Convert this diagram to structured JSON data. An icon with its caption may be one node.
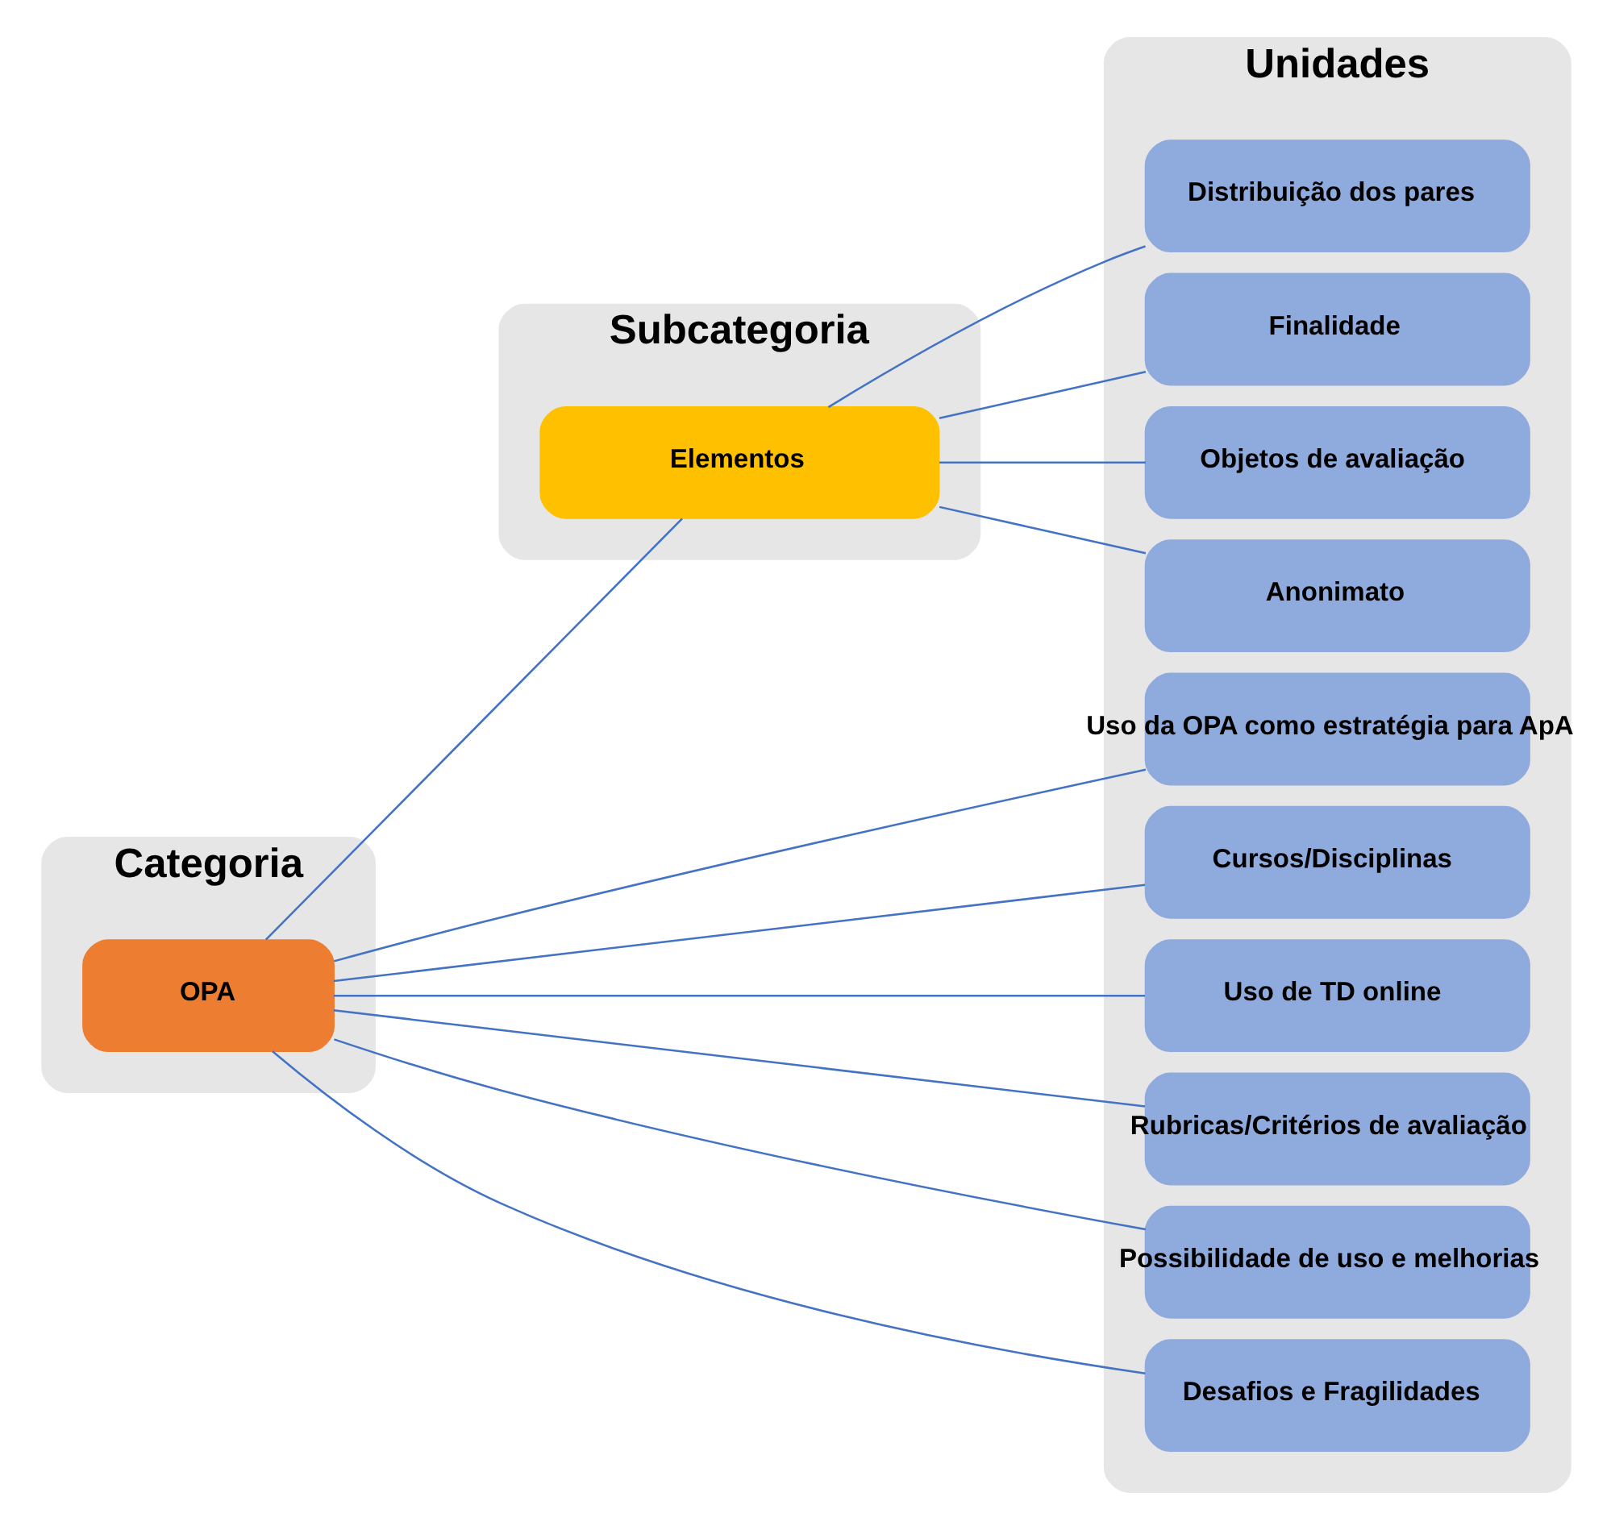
{
  "diagram": {
    "nodes": [
      {
        "text": [
          "Categoria"
        ]
      },
      {
        "text": [
          "OPA"
        ],
        "in": 0
      },
      {
        "text": [
          "Subcategoria"
        ]
      },
      {
        "text": [
          "Elementos"
        ],
        "in": 2
      },
      {
        "text": [
          "Unidades"
        ]
      },
      {
        "text": [
          "Uso da OPA como estratégia para ApA"
        ],
        "in": 4
      },
      {
        "text": [
          "Cursos/Disciplinas"
        ],
        "in": 4
      },
      {
        "text": [
          "Uso de TD online"
        ],
        "in": 4
      },
      {
        "text": [
          "Rubricas/Critérios de avaliação"
        ],
        "in": 4
      },
      {
        "text": [
          "Objetos de avaliação"
        ],
        "in": 4
      },
      {
        "text": [
          "Anonimato"
        ],
        "in": 4
      },
      {
        "text": [
          "Distribuição dos pares"
        ],
        "in": 4
      },
      {
        "text": [
          "Finalidade"
        ],
        "in": 4
      },
      {
        "text": [
          "Possibilidade de uso e melhorias"
        ],
        "in": 4
      },
      {
        "text": [
          "Desafios e Fragilidades"
        ],
        "in": 4
      }
    ],
    "edges": [
      {
        "from": 1,
        "to": 5,
        "arrow": "none"
      },
      {
        "from": 1,
        "to": 6,
        "arrow": "none"
      },
      {
        "from": 1,
        "to": 7,
        "arrow": "none"
      },
      {
        "from": 1,
        "to": 8,
        "arrow": "none"
      },
      {
        "from": 1,
        "to": 3,
        "arrow": "none"
      },
      {
        "from": 1,
        "to": 13,
        "arrow": "none"
      },
      {
        "from": 1,
        "to": 14,
        "arrow": "none"
      },
      {
        "from": 3,
        "to": 9,
        "arrow": "none"
      },
      {
        "from": 3,
        "to": 10,
        "arrow": "none"
      },
      {
        "from": 3,
        "to": 11,
        "arrow": "none"
      },
      {
        "from": 3,
        "to": 12,
        "arrow": "none"
      }
    ]
  }
}
